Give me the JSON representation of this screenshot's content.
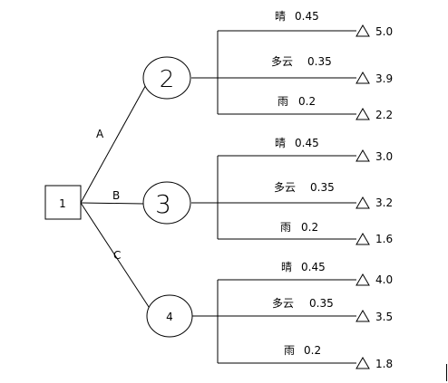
{
  "root": {
    "label": "1"
  },
  "branches": [
    {
      "label": "A",
      "node_label": "2",
      "outcomes": [
        {
          "weather": "晴",
          "prob": "0.45",
          "value": "5.0"
        },
        {
          "weather": "多云",
          "prob": "0.35",
          "value": "3.9"
        },
        {
          "weather": "雨",
          "prob": "0.2",
          "value": "2.2"
        }
      ]
    },
    {
      "label": "B",
      "node_label": "3",
      "outcomes": [
        {
          "weather": "晴",
          "prob": "0.45",
          "value": "3.0"
        },
        {
          "weather": "多云",
          "prob": "0.35",
          "value": "3.2"
        },
        {
          "weather": "雨",
          "prob": "0.2",
          "value": "1.6"
        }
      ]
    },
    {
      "label": "C",
      "node_label": "4",
      "outcomes": [
        {
          "weather": "晴",
          "prob": "0.45",
          "value": "4.0"
        },
        {
          "weather": "多云",
          "prob": "0.35",
          "value": "3.5"
        },
        {
          "weather": "雨",
          "prob": "0.2",
          "value": "1.8"
        }
      ]
    }
  ]
}
